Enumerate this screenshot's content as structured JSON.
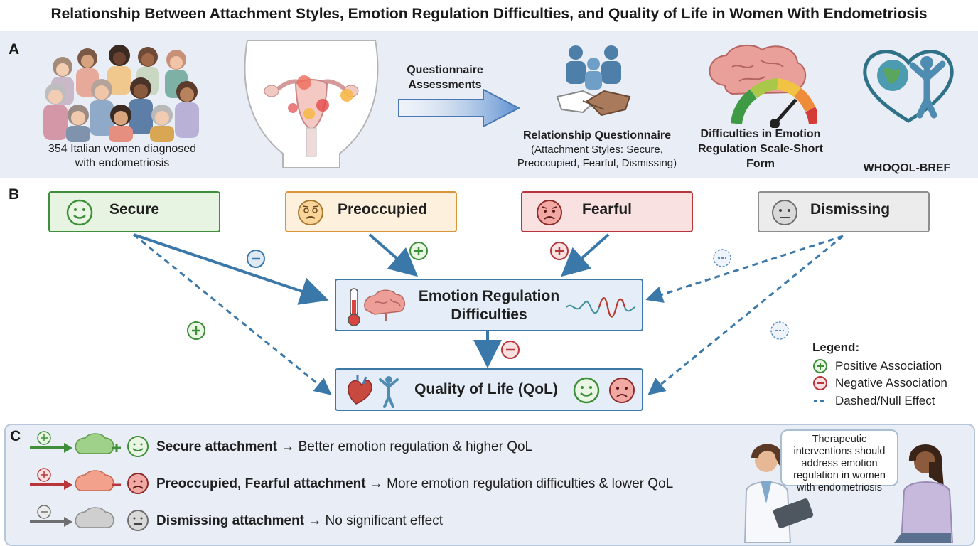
{
  "title": "Relationship Between Attachment Styles, Emotion Regulation Difficulties, and Quality of Life in Women With Endometriosis",
  "panels": {
    "a": "A",
    "b": "B",
    "c": "C"
  },
  "panel_a": {
    "participants_line1": "354 Italian women diagnosed",
    "participants_line2": "with endometriosis",
    "arrow_label_line1": "Questionnaire",
    "arrow_label_line2": "Assessments",
    "rq_title": "Relationship Questionnaire",
    "rq_sub_line1": "(Attachment Styles: Secure,",
    "rq_sub_line2": "Preoccupied, Fearful, Dismissing)",
    "ders_line1": "Difficulties in Emotion",
    "ders_line2": "Regulation Scale-Short",
    "ders_line3": "Form",
    "whoqol": "WHOQOL-BREF"
  },
  "panel_b": {
    "styles": [
      "Secure",
      "Preoccupied",
      "Fearful",
      "Dismissing"
    ],
    "erd_line1": "Emotion Regulation",
    "erd_line2": "Difficulties",
    "qol": "Quality of Life (QoL)",
    "legend_title": "Legend:",
    "legend_positive": "Positive Association",
    "legend_negative": "Negative Association",
    "legend_null": "Dashed/Null Effect",
    "signs": {
      "positive": "+",
      "negative": "−"
    }
  },
  "panel_c": {
    "row1_bold": "Secure attachment",
    "row1_rest": "→ Better emotion regulation & higher QoL",
    "row2_bold": "Preoccupied, Fearful attachment",
    "row2_rest": "→ More emotion regulation difficulties & lower QoL",
    "row3_bold": "Dismissing attachment",
    "row3_rest": "→ No significant effect",
    "bubble": "Therapeutic interventions should address emotion regulation in women with endometriosis"
  },
  "colors": {
    "secure": "#3f8f3a",
    "secure_fill": "#e7f4e2",
    "preoccupied": "#d9963a",
    "preoccupied_fill": "#fdf1dd",
    "fearful": "#b8363a",
    "fearful_fill": "#f9e1e1",
    "dismissing": "#8e8e8e",
    "dismissing_fill": "#ececec",
    "arrow_blue": "#3a78aa"
  }
}
